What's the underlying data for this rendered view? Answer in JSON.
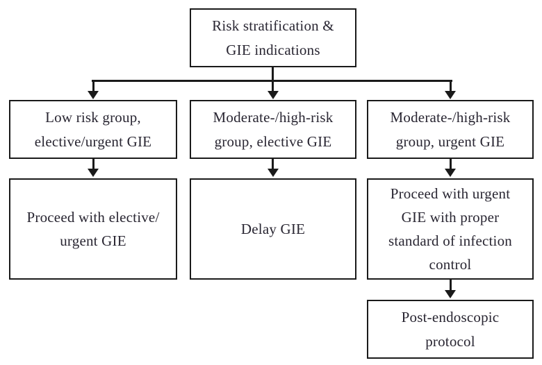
{
  "diagram": {
    "type": "flowchart",
    "title": "Risk stratification & GIE indications",
    "colors": {
      "border": "#1a1a1a",
      "line": "#1a1a1a",
      "text": "#292632",
      "background": "#ffffff"
    },
    "nodes": {
      "root": {
        "label": "Risk stratification &\nGIE indications"
      },
      "low_risk": {
        "label": "Low risk group,\nelective/urgent GIE"
      },
      "mod_high_elective": {
        "label": "Moderate-/high-risk\ngroup, elective GIE"
      },
      "mod_high_urgent": {
        "label": "Moderate-/high-risk\ngroup, urgent GIE"
      },
      "proceed_elective": {
        "label": "Proceed with elective/\nurgent GIE"
      },
      "delay": {
        "label": "Delay GIE"
      },
      "proceed_urgent": {
        "label": "Proceed with urgent\nGIE with proper\nstandard of infection\ncontrol"
      },
      "post_endoscopic": {
        "label": "Post-endoscopic\nprotocol"
      }
    },
    "edges": [
      {
        "from": "root",
        "to": "low_risk"
      },
      {
        "from": "root",
        "to": "mod_high_elective"
      },
      {
        "from": "root",
        "to": "mod_high_urgent"
      },
      {
        "from": "low_risk",
        "to": "proceed_elective"
      },
      {
        "from": "mod_high_elective",
        "to": "delay"
      },
      {
        "from": "mod_high_urgent",
        "to": "proceed_urgent"
      },
      {
        "from": "proceed_urgent",
        "to": "post_endoscopic"
      }
    ]
  }
}
